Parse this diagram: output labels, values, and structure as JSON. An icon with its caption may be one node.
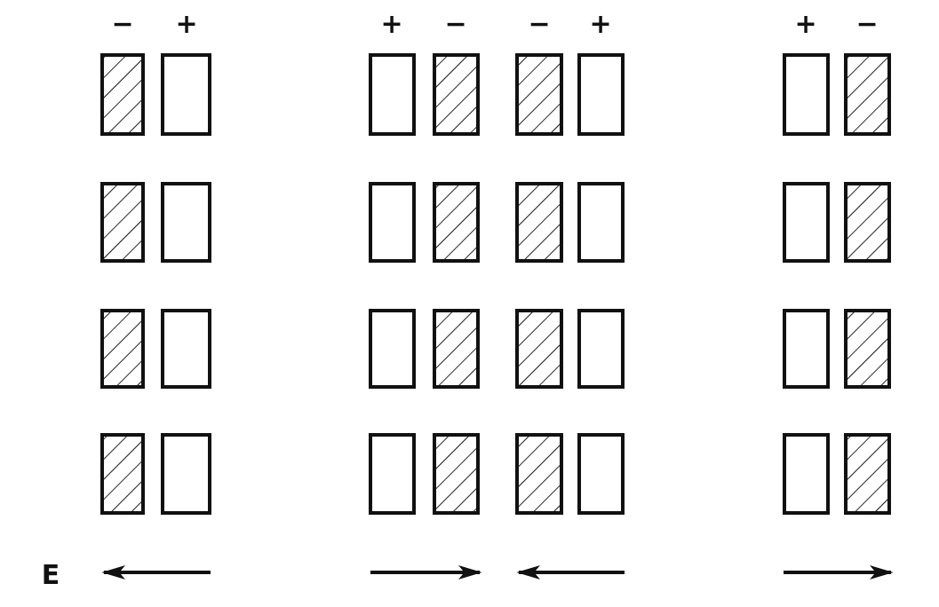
{
  "diagram": {
    "nodes": [
      {
        "text": [],
        "shape": "hatched-box"
      },
      {
        "text": [],
        "shape": "box"
      },
      {
        "text": [],
        "shape": "box"
      },
      {
        "text": [],
        "shape": "hatched-box"
      },
      {
        "text": [],
        "shape": "hatched-box"
      },
      {
        "text": [],
        "shape": "box"
      },
      {
        "text": [],
        "shape": "box"
      },
      {
        "text": [],
        "shape": "hatched-box"
      },
      {
        "text": [],
        "shape": "hatched-box"
      },
      {
        "text": [],
        "shape": "box"
      },
      {
        "text": [],
        "shape": "box"
      },
      {
        "text": [],
        "shape": "hatched-box"
      },
      {
        "text": [],
        "shape": "hatched-box"
      },
      {
        "text": [],
        "shape": "box"
      },
      {
        "text": [],
        "shape": "box"
      },
      {
        "text": [],
        "shape": "hatched-box"
      },
      {
        "text": [],
        "shape": "hatched-box"
      },
      {
        "text": [],
        "shape": "box"
      },
      {
        "text": [],
        "shape": "box"
      },
      {
        "text": [],
        "shape": "hatched-box"
      },
      {
        "text": [],
        "shape": "hatched-box"
      },
      {
        "text": [],
        "shape": "box"
      },
      {
        "text": [],
        "shape": "box"
      },
      {
        "text": [],
        "shape": "hatched-box"
      },
      {
        "text": [],
        "shape": "hatched-box"
      },
      {
        "text": [],
        "shape": "box"
      },
      {
        "text": [],
        "shape": "box"
      },
      {
        "text": [],
        "shape": "hatched-box"
      },
      {
        "text": [],
        "shape": "hatched-box"
      },
      {
        "text": [],
        "shape": "box"
      },
      {
        "text": [],
        "shape": "box"
      },
      {
        "text": [],
        "shape": "hatched-box"
      }
    ],
    "labels": [
      "−",
      "+",
      "+",
      "−",
      "−",
      "+",
      "+",
      "−",
      "E"
    ]
  }
}
